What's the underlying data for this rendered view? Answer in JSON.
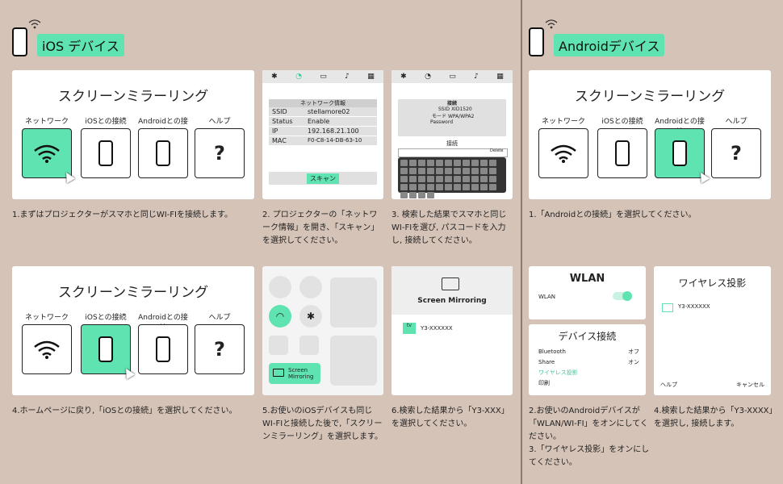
{
  "ios": {
    "title": "iOS デバイス"
  },
  "android": {
    "title": "Androidデバイス"
  },
  "mirror_title": "スクリーンミラーリング",
  "options": [
    "ネットワーク",
    "iOSとの接続",
    "Androidとの接続",
    "ヘルプ"
  ],
  "net_info": {
    "header": "ネットワーク情報",
    "rows": [
      [
        "SSID",
        "stellamore02"
      ],
      [
        "Status",
        "Enable"
      ],
      [
        "IP",
        "192.168.21.100"
      ],
      [
        "MAC",
        "F0-C8-14-DB-63-10"
      ]
    ],
    "scan": "スキャン"
  },
  "connect_panel": {
    "title": "接続",
    "ssid_label": "SSID",
    "ssid": "XID1520",
    "mode_label": "モード",
    "mode": "WPA/WPA2",
    "password_label": "Password",
    "connect": "接続",
    "delete_key": "Delete"
  },
  "captions": {
    "c1": "1.まずはプロジェクターがスマホと同じWI-FIを接続します。",
    "c2": "2. プロジェクターの「ネットワーク情報」を開き、「スキャン」を選択してください。",
    "c3": "3. 検索した結果でスマホと同じWI-FIを選び, パスコードを入力し, 接続してください。",
    "c4": "4.ホームページに戻り,「iOSとの接続」を選択してください。",
    "c5": "5.お使いのiOSデバイスも同じWI-FIと接続した後で,「スクリーンミラーリング」を選択します。",
    "c6": "6.検索した結果から「Y3-XXX」を選択してください。",
    "a1": "1.「Androidとの接続」を選択してください。",
    "a2": "2.お使いのAndroidデバイスが「WLAN/WI-FI」をオンにしてください。",
    "a3": "3.「ワイヤレス投影」をオンにしてください。",
    "a4": "4.検索した結果から「Y3-XXXX」を選択し, 接続します。"
  },
  "screen_mirroring": {
    "label": "Screen Mirroring",
    "device": "Y3-XXXXXX",
    "atv": "tv"
  },
  "cc_button": "Screen Mirroring",
  "wlan": {
    "title": "WLAN",
    "item": "WLAN"
  },
  "dev_conn": {
    "title": "デバイス接続",
    "rows": [
      [
        "Bluetooth",
        "オフ"
      ],
      [
        "Share",
        "オン"
      ],
      [
        "ワイヤレス投影",
        ""
      ],
      [
        "印刷",
        ""
      ]
    ]
  },
  "wireless": {
    "title": "ワイヤレス投影",
    "device": "Y3-XXXXXX",
    "help": "ヘルプ",
    "cancel": "キャンセル"
  },
  "colors": {
    "accent": "#5fe3b0",
    "bg": "#d5c3b7"
  }
}
